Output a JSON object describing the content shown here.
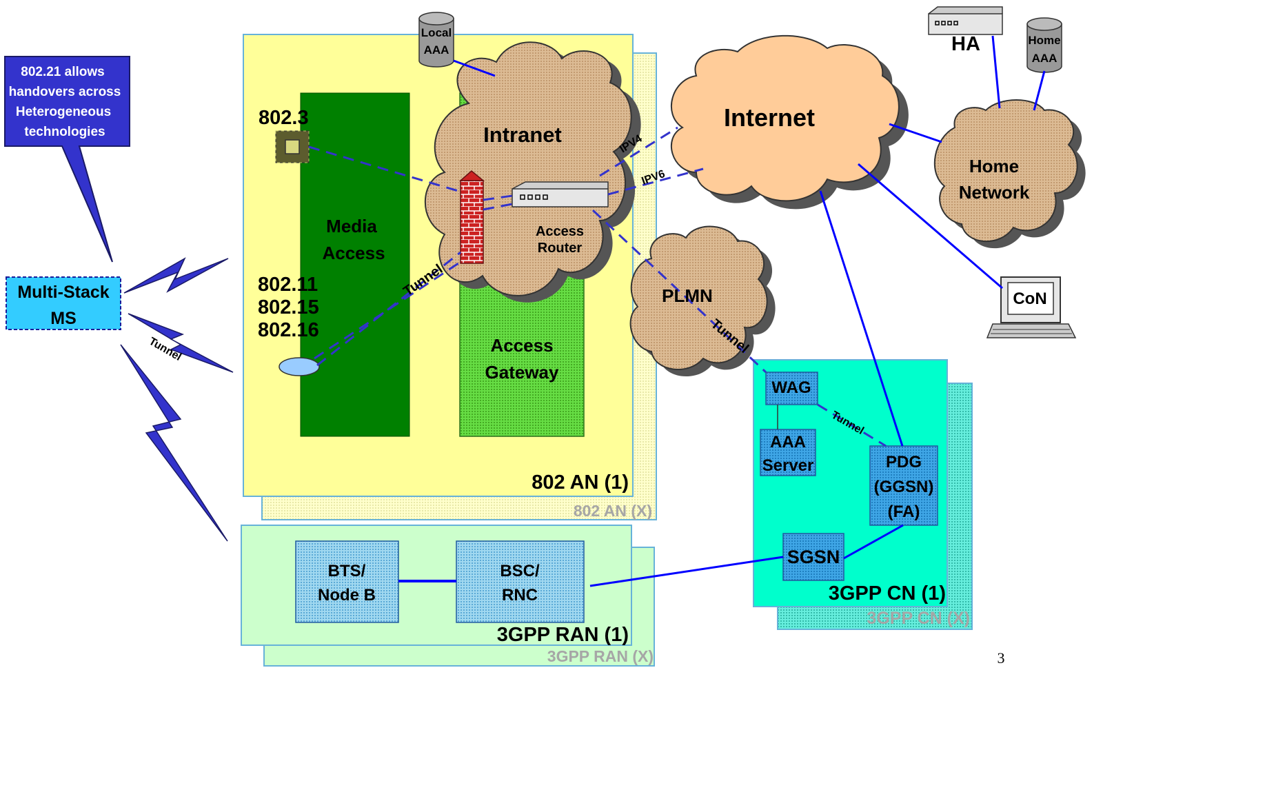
{
  "callout": {
    "lines": [
      "802.21 allows",
      "handovers across",
      "Heterogeneous",
      "technologies"
    ]
  },
  "ms": {
    "line1": "Multi-Stack",
    "line2": "MS"
  },
  "tunnel_labels": {
    "ms": "Tunnel",
    "an": "Tunnel",
    "plmn": "Tunnel",
    "wag": "Tunnel"
  },
  "an": {
    "primary_label": "802 AN (1)",
    "shadow_label": "802 AN (X)",
    "ethernet_label": "802.3",
    "wireless_labels": [
      "802.11",
      "802.15",
      "802.16"
    ],
    "media_access": [
      "Media",
      "Access"
    ],
    "access_gateway": [
      "Access",
      "Gateway"
    ],
    "intranet": "Intranet",
    "access_router": [
      "Access",
      "Router"
    ],
    "local_aaa": [
      "Local",
      "AAA"
    ]
  },
  "internet": {
    "label": "Internet",
    "ipv4": "IPV4",
    "ipv6": "IPV6"
  },
  "home": {
    "ha": "HA",
    "home_aaa": [
      "Home",
      "AAA"
    ],
    "network": [
      "Home",
      "Network"
    ],
    "con": "CoN"
  },
  "plmn": {
    "label": "PLMN"
  },
  "cn": {
    "primary_label": "3GPP CN (1)",
    "shadow_label": "3GPP CN (X)",
    "wag": "WAG",
    "aaa_server": [
      "AAA",
      "Server"
    ],
    "pdg": [
      "PDG",
      "(GGSN)",
      "(FA)"
    ],
    "sgsn": "SGSN"
  },
  "ran": {
    "primary_label": "3GPP RAN (1)",
    "shadow_label": "3GPP RAN (X)",
    "bts": [
      "BTS/",
      "Node B"
    ],
    "bsc": [
      "BSC/",
      "RNC"
    ]
  },
  "page_number": "3",
  "colors": {
    "an_fill": "#ffff99",
    "media_access": "#008000",
    "access_gateway": "#66cc33",
    "cloud": "#d9b38c",
    "internet_cloud": "#ffcc99",
    "cn_fill": "#00ffcc",
    "ran_fill": "#ccffcc",
    "link_blue": "#0000ff",
    "callout": "#3333cc",
    "ms_box": "#33ccff"
  }
}
